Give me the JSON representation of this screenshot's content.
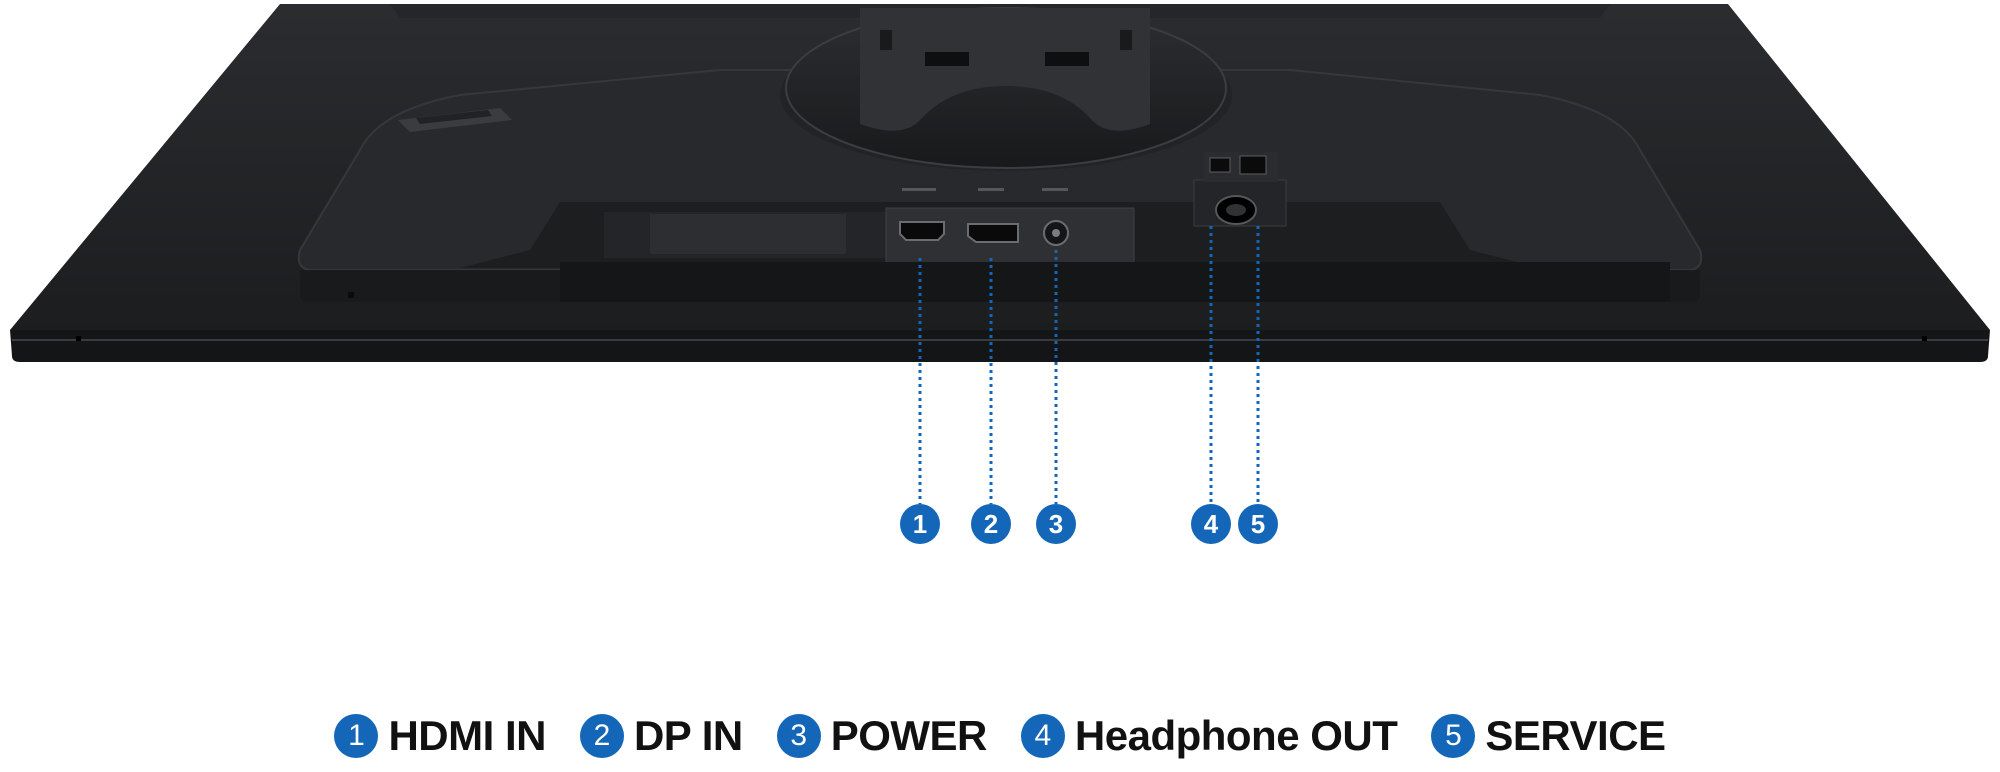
{
  "diagram": {
    "accent_color": "#1466b8",
    "device_color": "#202224",
    "ports": [
      {
        "number": "1",
        "label": "HDMI IN"
      },
      {
        "number": "2",
        "label": "DP IN"
      },
      {
        "number": "3",
        "label": "POWER"
      },
      {
        "number": "4",
        "label": "Headphone OUT"
      },
      {
        "number": "5",
        "label": "SERVICE"
      }
    ]
  }
}
